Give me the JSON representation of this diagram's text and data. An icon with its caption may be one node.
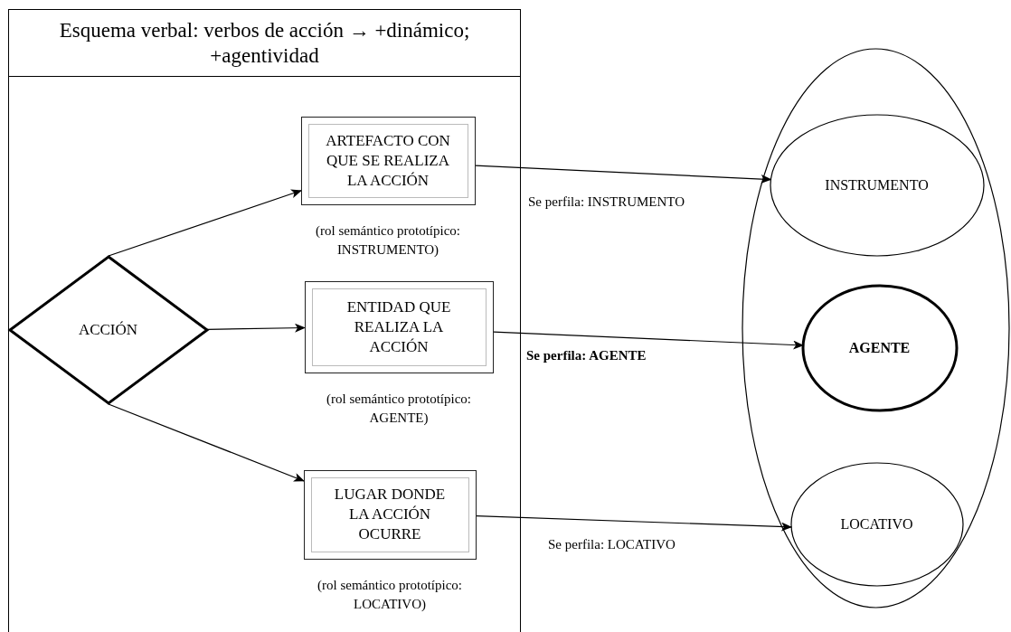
{
  "diagram": {
    "nodes": [
      {
        "text": [
          "Esquema verbal: verbos de acción → +dinámico; +agentividad"
        ]
      },
      {
        "text": [
          "ACCIÓN"
        ],
        "in": 0
      },
      {
        "text": [
          "ARTEFACTO CON QUE SE REALIZA LA ACCIÓN"
        ],
        "beside": [
          "(rol semántico prototípico: INSTRUMENTO)"
        ],
        "in": 0
      },
      {
        "text": [
          "ENTIDAD QUE REALIZA LA ACCIÓN"
        ],
        "beside": [
          "(rol semántico prototípico: AGENTE)"
        ],
        "in": 0
      },
      {
        "text": [
          "LUGAR DONDE LA ACCIÓN OCURRE"
        ],
        "beside": [
          "(rol semántico prototípico: LOCATIVO)"
        ],
        "in": 0
      },
      {
        "text": [],
        "shape": "ellipse"
      },
      {
        "text": [
          "INSTRUMENTO"
        ],
        "in": 5
      },
      {
        "text": [
          "AGENTE"
        ],
        "in": 5
      },
      {
        "text": [
          "LOCATIVO"
        ],
        "in": 5
      }
    ],
    "edges": [
      {
        "from": 1,
        "to": 2,
        "arrow": "to"
      },
      {
        "from": 1,
        "to": 3,
        "arrow": "to"
      },
      {
        "from": 1,
        "to": 4,
        "arrow": "to"
      },
      {
        "from": 2,
        "to": 6,
        "arrow": "to",
        "label": "Se perfila: INSTRUMENTO"
      },
      {
        "from": 3,
        "to": 7,
        "arrow": "to",
        "label": "Se perfila: AGENTE"
      },
      {
        "from": 4,
        "to": 8,
        "arrow": "to",
        "label": "Se perfila: LOCATIVO"
      }
    ]
  }
}
